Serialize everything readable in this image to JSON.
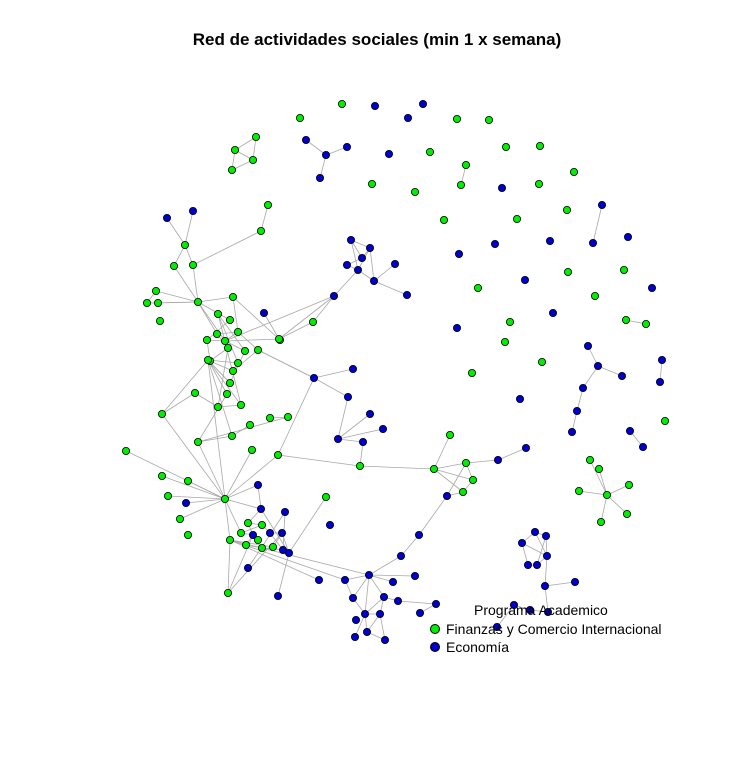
{
  "title": "Red de actividades sociales (min 1 x semana)",
  "legend": {
    "title": "Programa Academico",
    "items": [
      {
        "label": "Finanzas y Comercio Internacional",
        "color": "#00ee00"
      },
      {
        "label": "Economía",
        "color": "#0000cd"
      }
    ]
  },
  "colors": {
    "green": "#00ee00",
    "blue": "#0000cd",
    "edge": "#a8a8a8",
    "stroke": "#000000"
  }
}
